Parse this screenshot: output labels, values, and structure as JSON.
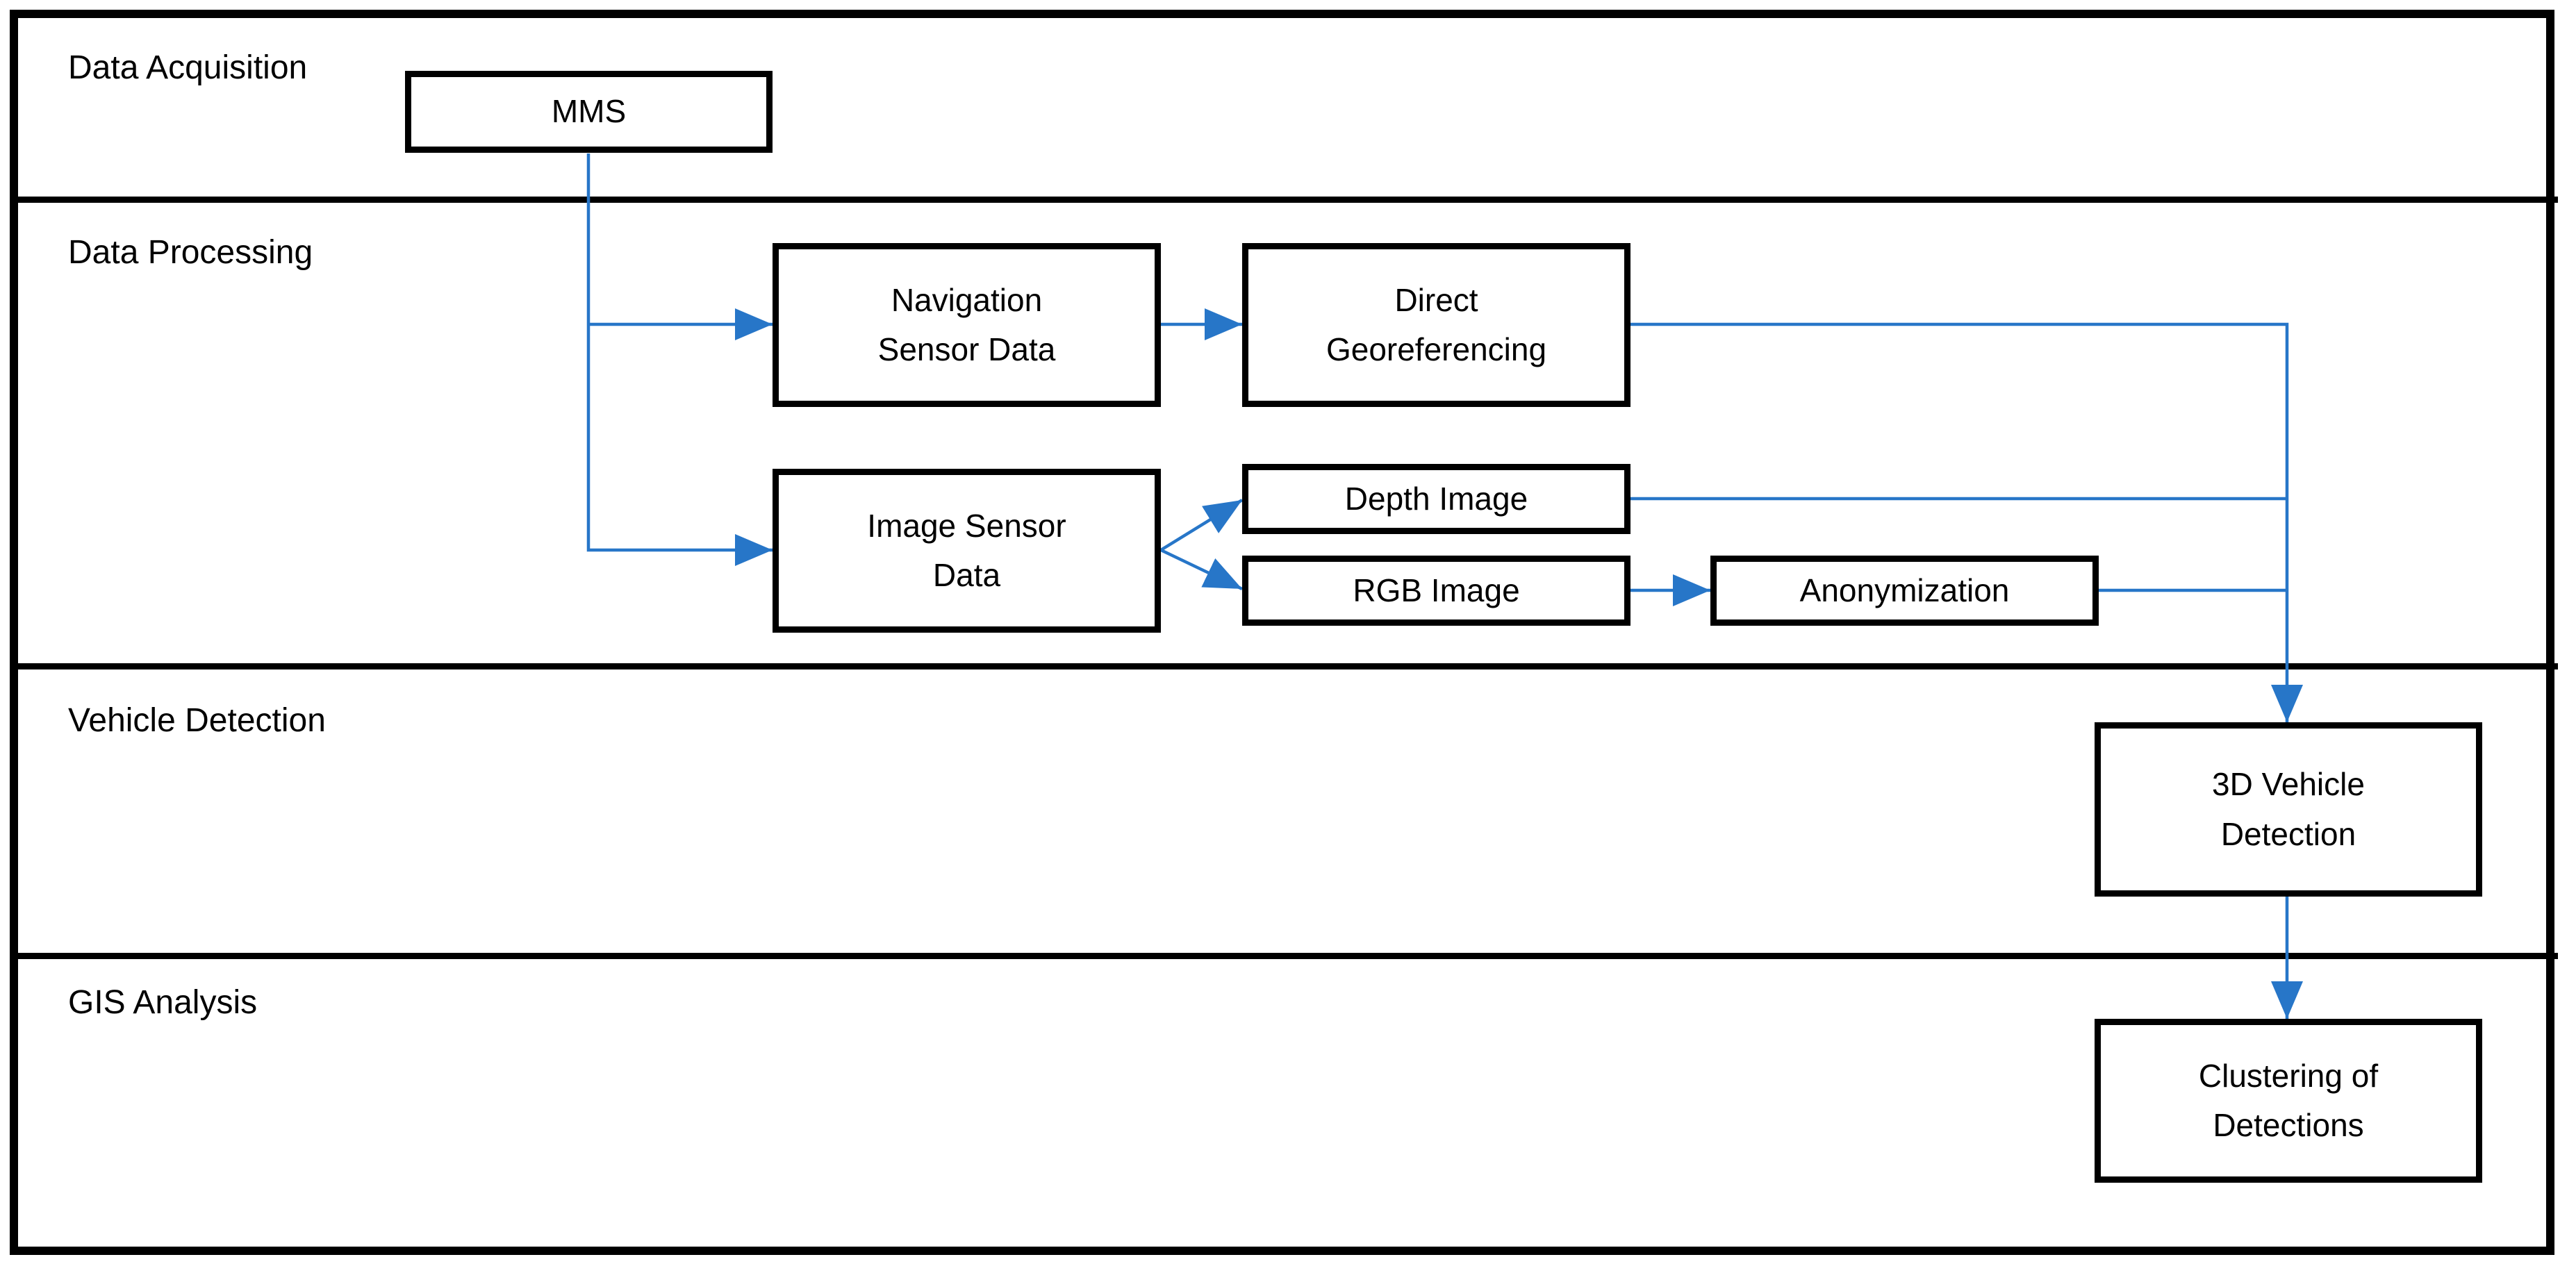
{
  "figure": {
    "type": "flowchart-swimlane",
    "lanes": [
      {
        "label": "Data Acquisition"
      },
      {
        "label": "Data Processing"
      },
      {
        "label": "Vehicle Detection"
      },
      {
        "label": "GIS Analysis"
      }
    ],
    "nodes": [
      {
        "id": "mms",
        "lane": "Data Acquisition",
        "label": "MMS"
      },
      {
        "id": "navigation-sensor-data",
        "lane": "Data Processing",
        "label": "Navigation Sensor Data"
      },
      {
        "id": "direct-georeferencing",
        "lane": "Data Processing",
        "label": "Direct Georeferencing"
      },
      {
        "id": "image-sensor-data",
        "lane": "Data Processing",
        "label": "Image Sensor Data"
      },
      {
        "id": "depth-image",
        "lane": "Data Processing",
        "label": "Depth Image"
      },
      {
        "id": "rgb-image",
        "lane": "Data Processing",
        "label": "RGB Image"
      },
      {
        "id": "anonymization",
        "lane": "Data Processing",
        "label": "Anonymization"
      },
      {
        "id": "3d-vehicle-detection",
        "lane": "Vehicle Detection",
        "label": "3D Vehicle Detection"
      },
      {
        "id": "clustering-of-detections",
        "lane": "GIS Analysis",
        "label": "Clustering of Detections"
      }
    ],
    "edges": [
      {
        "from": "mms",
        "to": "navigation-sensor-data"
      },
      {
        "from": "mms",
        "to": "image-sensor-data"
      },
      {
        "from": "navigation-sensor-data",
        "to": "direct-georeferencing"
      },
      {
        "from": "direct-georeferencing",
        "to": "3d-vehicle-detection"
      },
      {
        "from": "image-sensor-data",
        "to": "depth-image"
      },
      {
        "from": "image-sensor-data",
        "to": "rgb-image"
      },
      {
        "from": "depth-image",
        "to": "3d-vehicle-detection"
      },
      {
        "from": "rgb-image",
        "to": "anonymization"
      },
      {
        "from": "anonymization",
        "to": "3d-vehicle-detection"
      },
      {
        "from": "3d-vehicle-detection",
        "to": "clustering-of-detections"
      }
    ],
    "colors": {
      "arrow": "#2776C8",
      "border": "#000000",
      "background": "#FFFFFF"
    }
  }
}
